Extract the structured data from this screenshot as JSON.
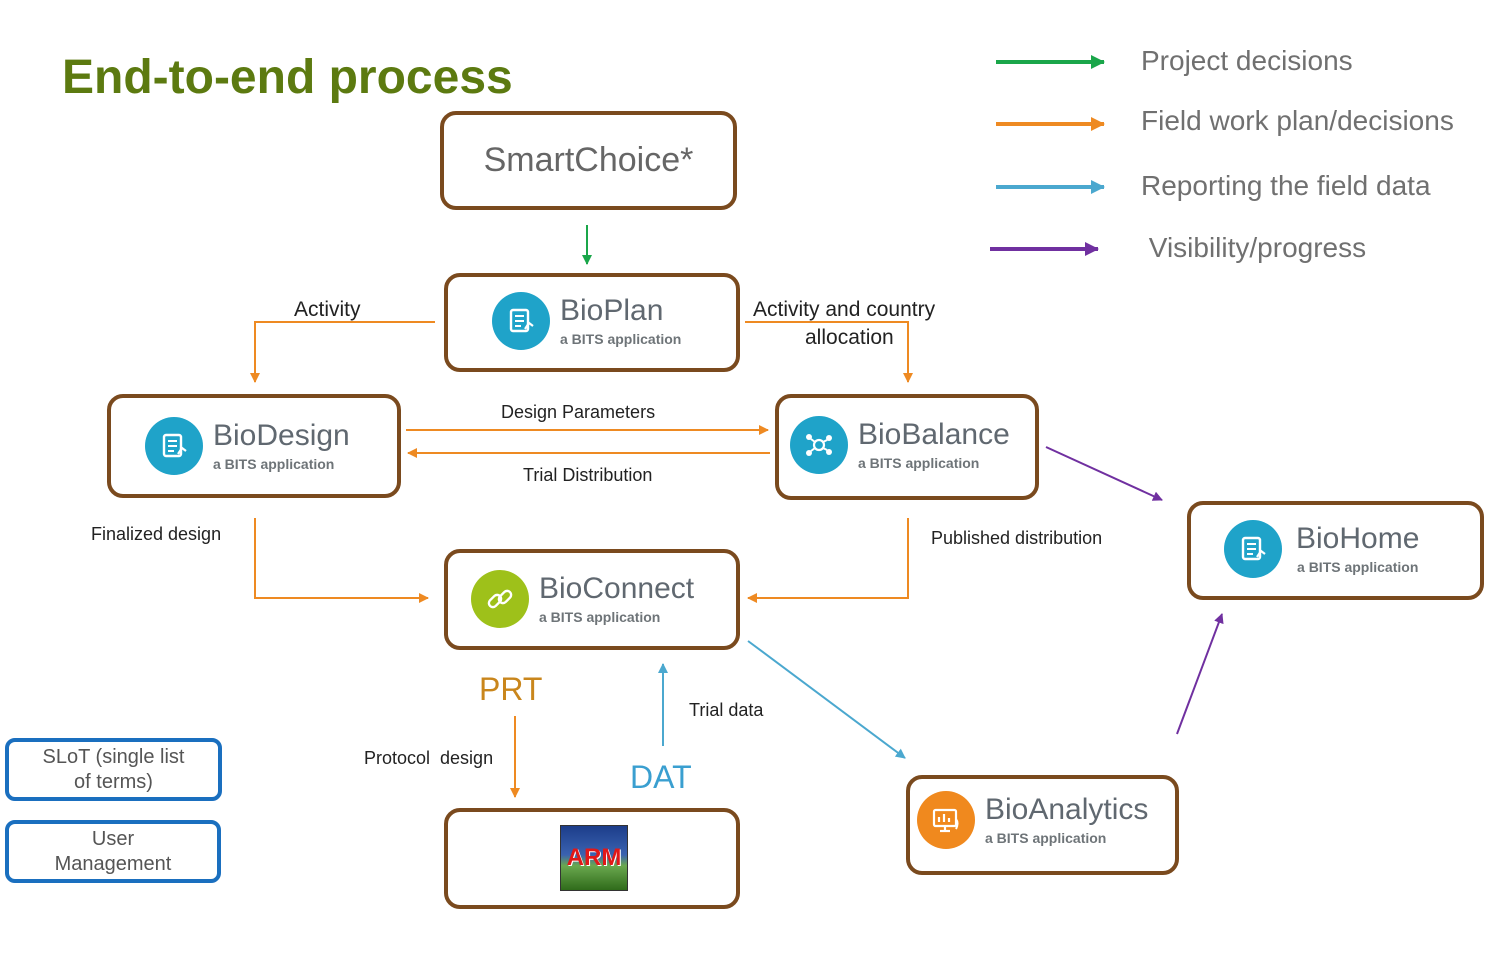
{
  "title": "End-to-end process",
  "legend": [
    {
      "label": "Project decisions",
      "color": "#1aa64a"
    },
    {
      "label": "Field work plan/decisions",
      "color": "#ee8a22"
    },
    {
      "label": "Reporting the field data",
      "color": "#4ba8cf"
    },
    {
      "label": " Visibility/progress",
      "color": "#7030a0"
    }
  ],
  "nodes": {
    "smartchoice": {
      "name": "SmartChoice*"
    },
    "bioplan": {
      "name": "BioPlan",
      "sub": "a BITS application",
      "icon": "checklist-icon",
      "icon_color": "#1fa3c9"
    },
    "biodesign": {
      "name": "BioDesign",
      "sub": "a BITS application",
      "icon": "checklist-icon",
      "icon_color": "#1fa3c9"
    },
    "biobalance": {
      "name": "BioBalance",
      "sub": "a BITS application",
      "icon": "network-icon",
      "icon_color": "#1fa3c9"
    },
    "bioconnect": {
      "name": "BioConnect",
      "sub": "a BITS application",
      "icon": "link-icon",
      "icon_color": "#9ec11a"
    },
    "biohome": {
      "name": "BioHome",
      "sub": "a BITS application",
      "icon": "checklist-icon",
      "icon_color": "#1fa3c9"
    },
    "bioanalytics": {
      "name": "BioAnalytics",
      "sub": "a BITS application",
      "icon": "chart-icon",
      "icon_color": "#f0891e"
    },
    "arm": {
      "logo_text": "ARM"
    }
  },
  "edge_labels": {
    "activity": "Activity",
    "activity_country_1": "Activity and country",
    "activity_country_2": "allocation",
    "design_parameters": "Design Parameters",
    "trial_distribution": "Trial Distribution",
    "finalized_design": "Finalized design",
    "published_distribution": "Published distribution",
    "trial_data": "Trial data",
    "protocol_design": "Protocol  design",
    "prt": "PRT",
    "dat": "DAT"
  },
  "side_boxes": {
    "slot_line1": "SLoT (single list",
    "slot_line2": "of terms)",
    "user_line1": "User",
    "user_line2": "Management"
  },
  "colors": {
    "green": "#1aa64a",
    "orange": "#ee8a22",
    "blue": "#4ba8cf",
    "purple": "#7030a0",
    "box_border": "#7a4a1e",
    "title": "#5c7a10",
    "prt": "#c9861c",
    "dat": "#3a9fd0"
  }
}
